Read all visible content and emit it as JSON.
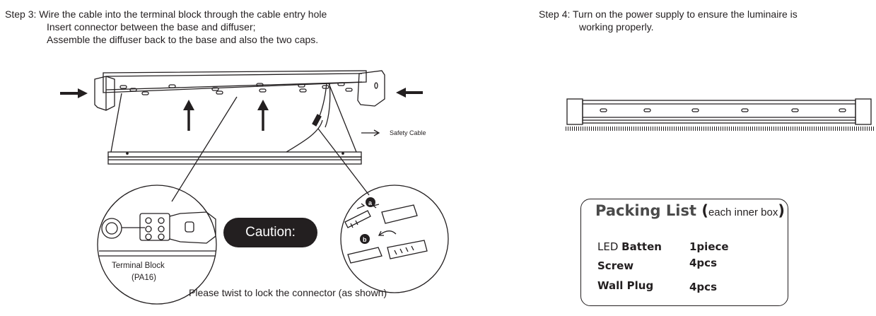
{
  "step3": {
    "line1": "Step 3: Wire the cable into the terminal block through the cable entry hole",
    "line2": "Insert connector between the base and diffuser;",
    "line3": "Assemble the diffuser back to the base and also the two caps."
  },
  "step4": {
    "line1": "Step 4: Turn on the power supply to ensure the luminaire is",
    "line2": "working properly."
  },
  "labels": {
    "safety_cable": "Safety Cable",
    "terminal_block": "Terminal Block",
    "terminal_block_code": "(PA16)",
    "caution": "Caution:",
    "twist_note": "Please twist to lock the connector (as shown)",
    "marker_a": "a",
    "marker_b": "b"
  },
  "packing": {
    "title": "Packing List",
    "open_paren": "(",
    "subtitle": "each inner box",
    "close_paren": ")",
    "items": [
      {
        "prefix": "LED",
        "name": "Batten",
        "qty": "1piece"
      },
      {
        "prefix": "",
        "name": "Screw",
        "qty": "4pcs"
      },
      {
        "prefix": "",
        "name": "Wall Plug",
        "qty": "4pcs"
      }
    ]
  },
  "colors": {
    "ink": "#231f20",
    "caution_bg": "#231f20",
    "caution_text": "#ffffff"
  }
}
